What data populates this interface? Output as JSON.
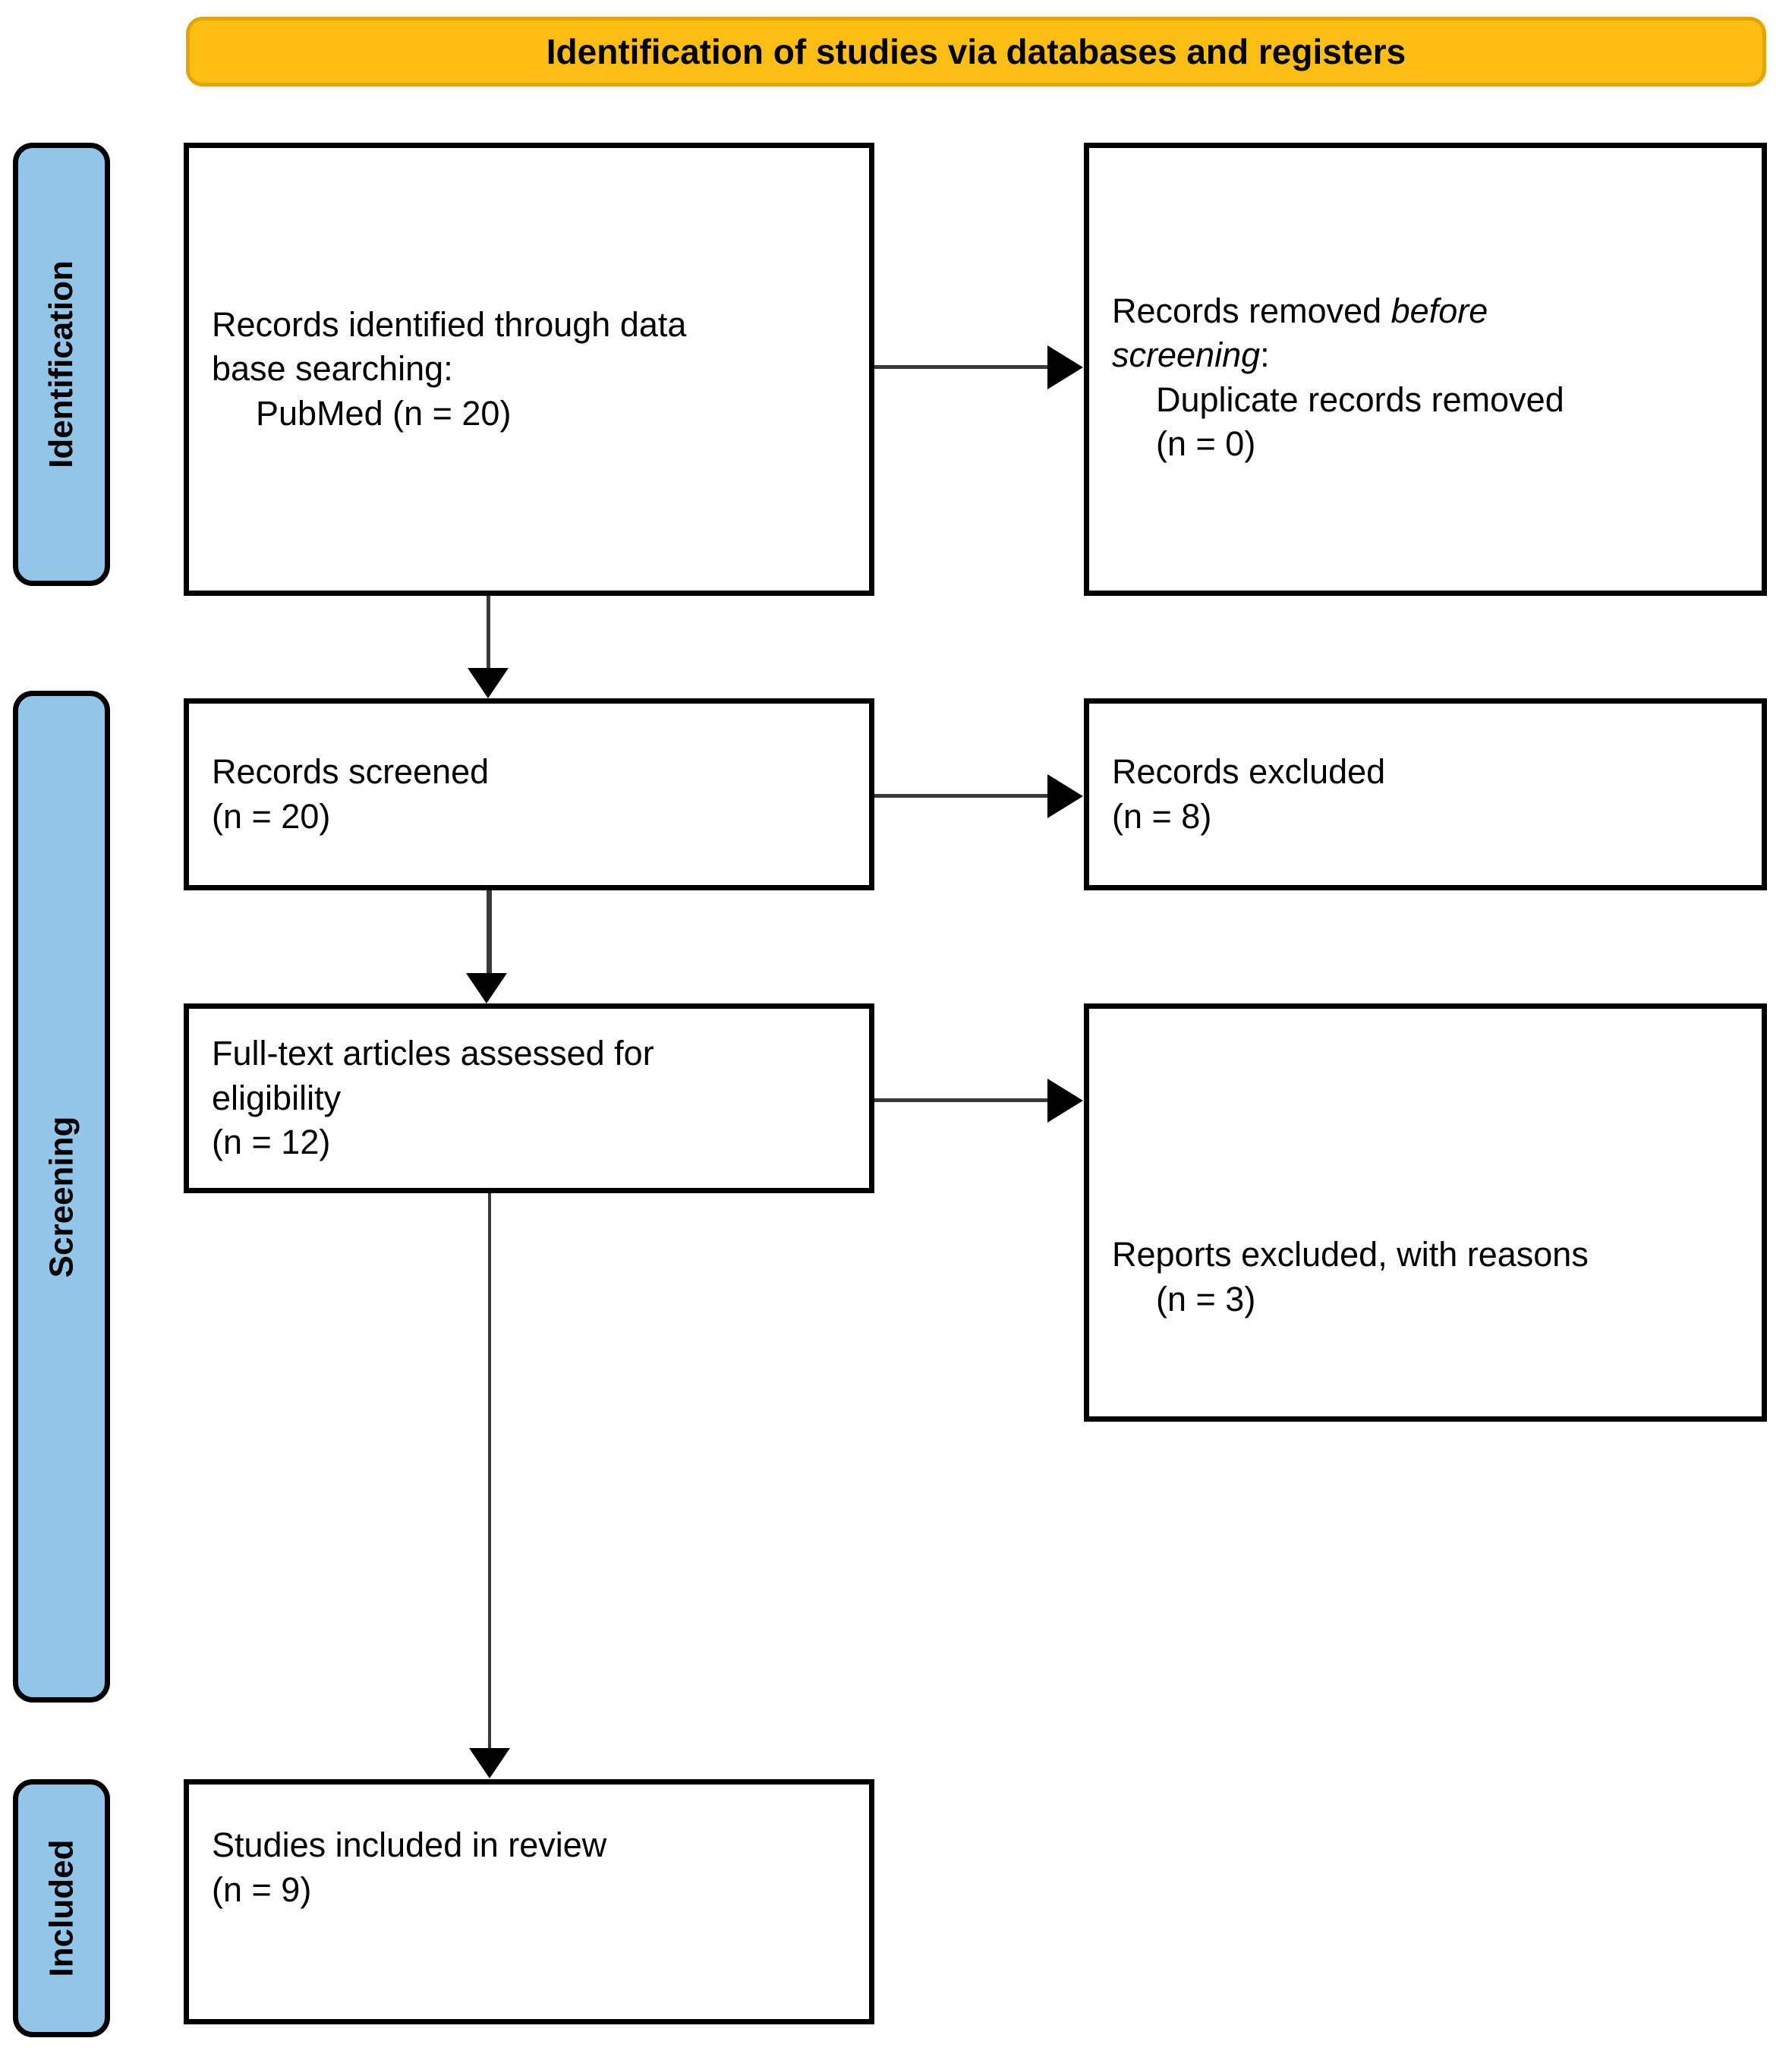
{
  "header": {
    "title": "Identification of studies via databases and registers",
    "background_color": "#FCBD15",
    "text_color": "#000000"
  },
  "stages": [
    {
      "id": "identification",
      "label": "Identification",
      "color": "#92C5E8"
    },
    {
      "id": "screening",
      "label": "Screening",
      "color": "#92C5E8"
    },
    {
      "id": "included",
      "label": "Included",
      "color": "#92C5E8"
    }
  ],
  "boxes": {
    "identified": {
      "name": "records-identified",
      "line1": "Records identified through data",
      "line2": "base searching:",
      "line3": "PubMed (n = 20)",
      "count": 20,
      "source": "PubMed"
    },
    "removed_before_screening": {
      "name": "records-removed-before-screening",
      "line1_plain": "Records removed ",
      "line1_italic": "before",
      "line2_italic": "screening",
      "line2_plain": ":",
      "line3": "Duplicate records removed",
      "line4": "(n = 0)",
      "count": 0
    },
    "screened": {
      "name": "records-screened",
      "line1": "Records screened",
      "line2": "(n = 20)",
      "count": 20
    },
    "excluded": {
      "name": "records-excluded",
      "line1": "Records excluded",
      "line2": "(n = 8)",
      "count": 8
    },
    "fulltext": {
      "name": "full-text-assessed",
      "line1": "Full-text articles assessed for",
      "line2": "eligibility",
      "line3": "(n = 12)",
      "count": 12
    },
    "reports_excluded": {
      "name": "reports-excluded-with-reasons",
      "line1": "Reports excluded, with reasons",
      "line2": "(n = 3)",
      "count": 3
    },
    "included": {
      "name": "studies-included",
      "line1": "Studies included in review",
      "line2": "(n = 9)",
      "count": 9
    }
  },
  "connectors": [
    {
      "name": "identified-to-screened",
      "direction": "down",
      "icon": "arrow-down-icon"
    },
    {
      "name": "screened-to-fulltext",
      "direction": "down",
      "icon": "arrow-down-icon"
    },
    {
      "name": "fulltext-to-included",
      "direction": "down",
      "icon": "arrow-down-icon"
    },
    {
      "name": "identified-to-removed",
      "direction": "right",
      "icon": "arrow-right-icon"
    },
    {
      "name": "screened-to-excluded",
      "direction": "right",
      "icon": "arrow-right-icon"
    },
    {
      "name": "fulltext-to-reports-excluded",
      "direction": "right",
      "icon": "arrow-right-icon"
    }
  ]
}
